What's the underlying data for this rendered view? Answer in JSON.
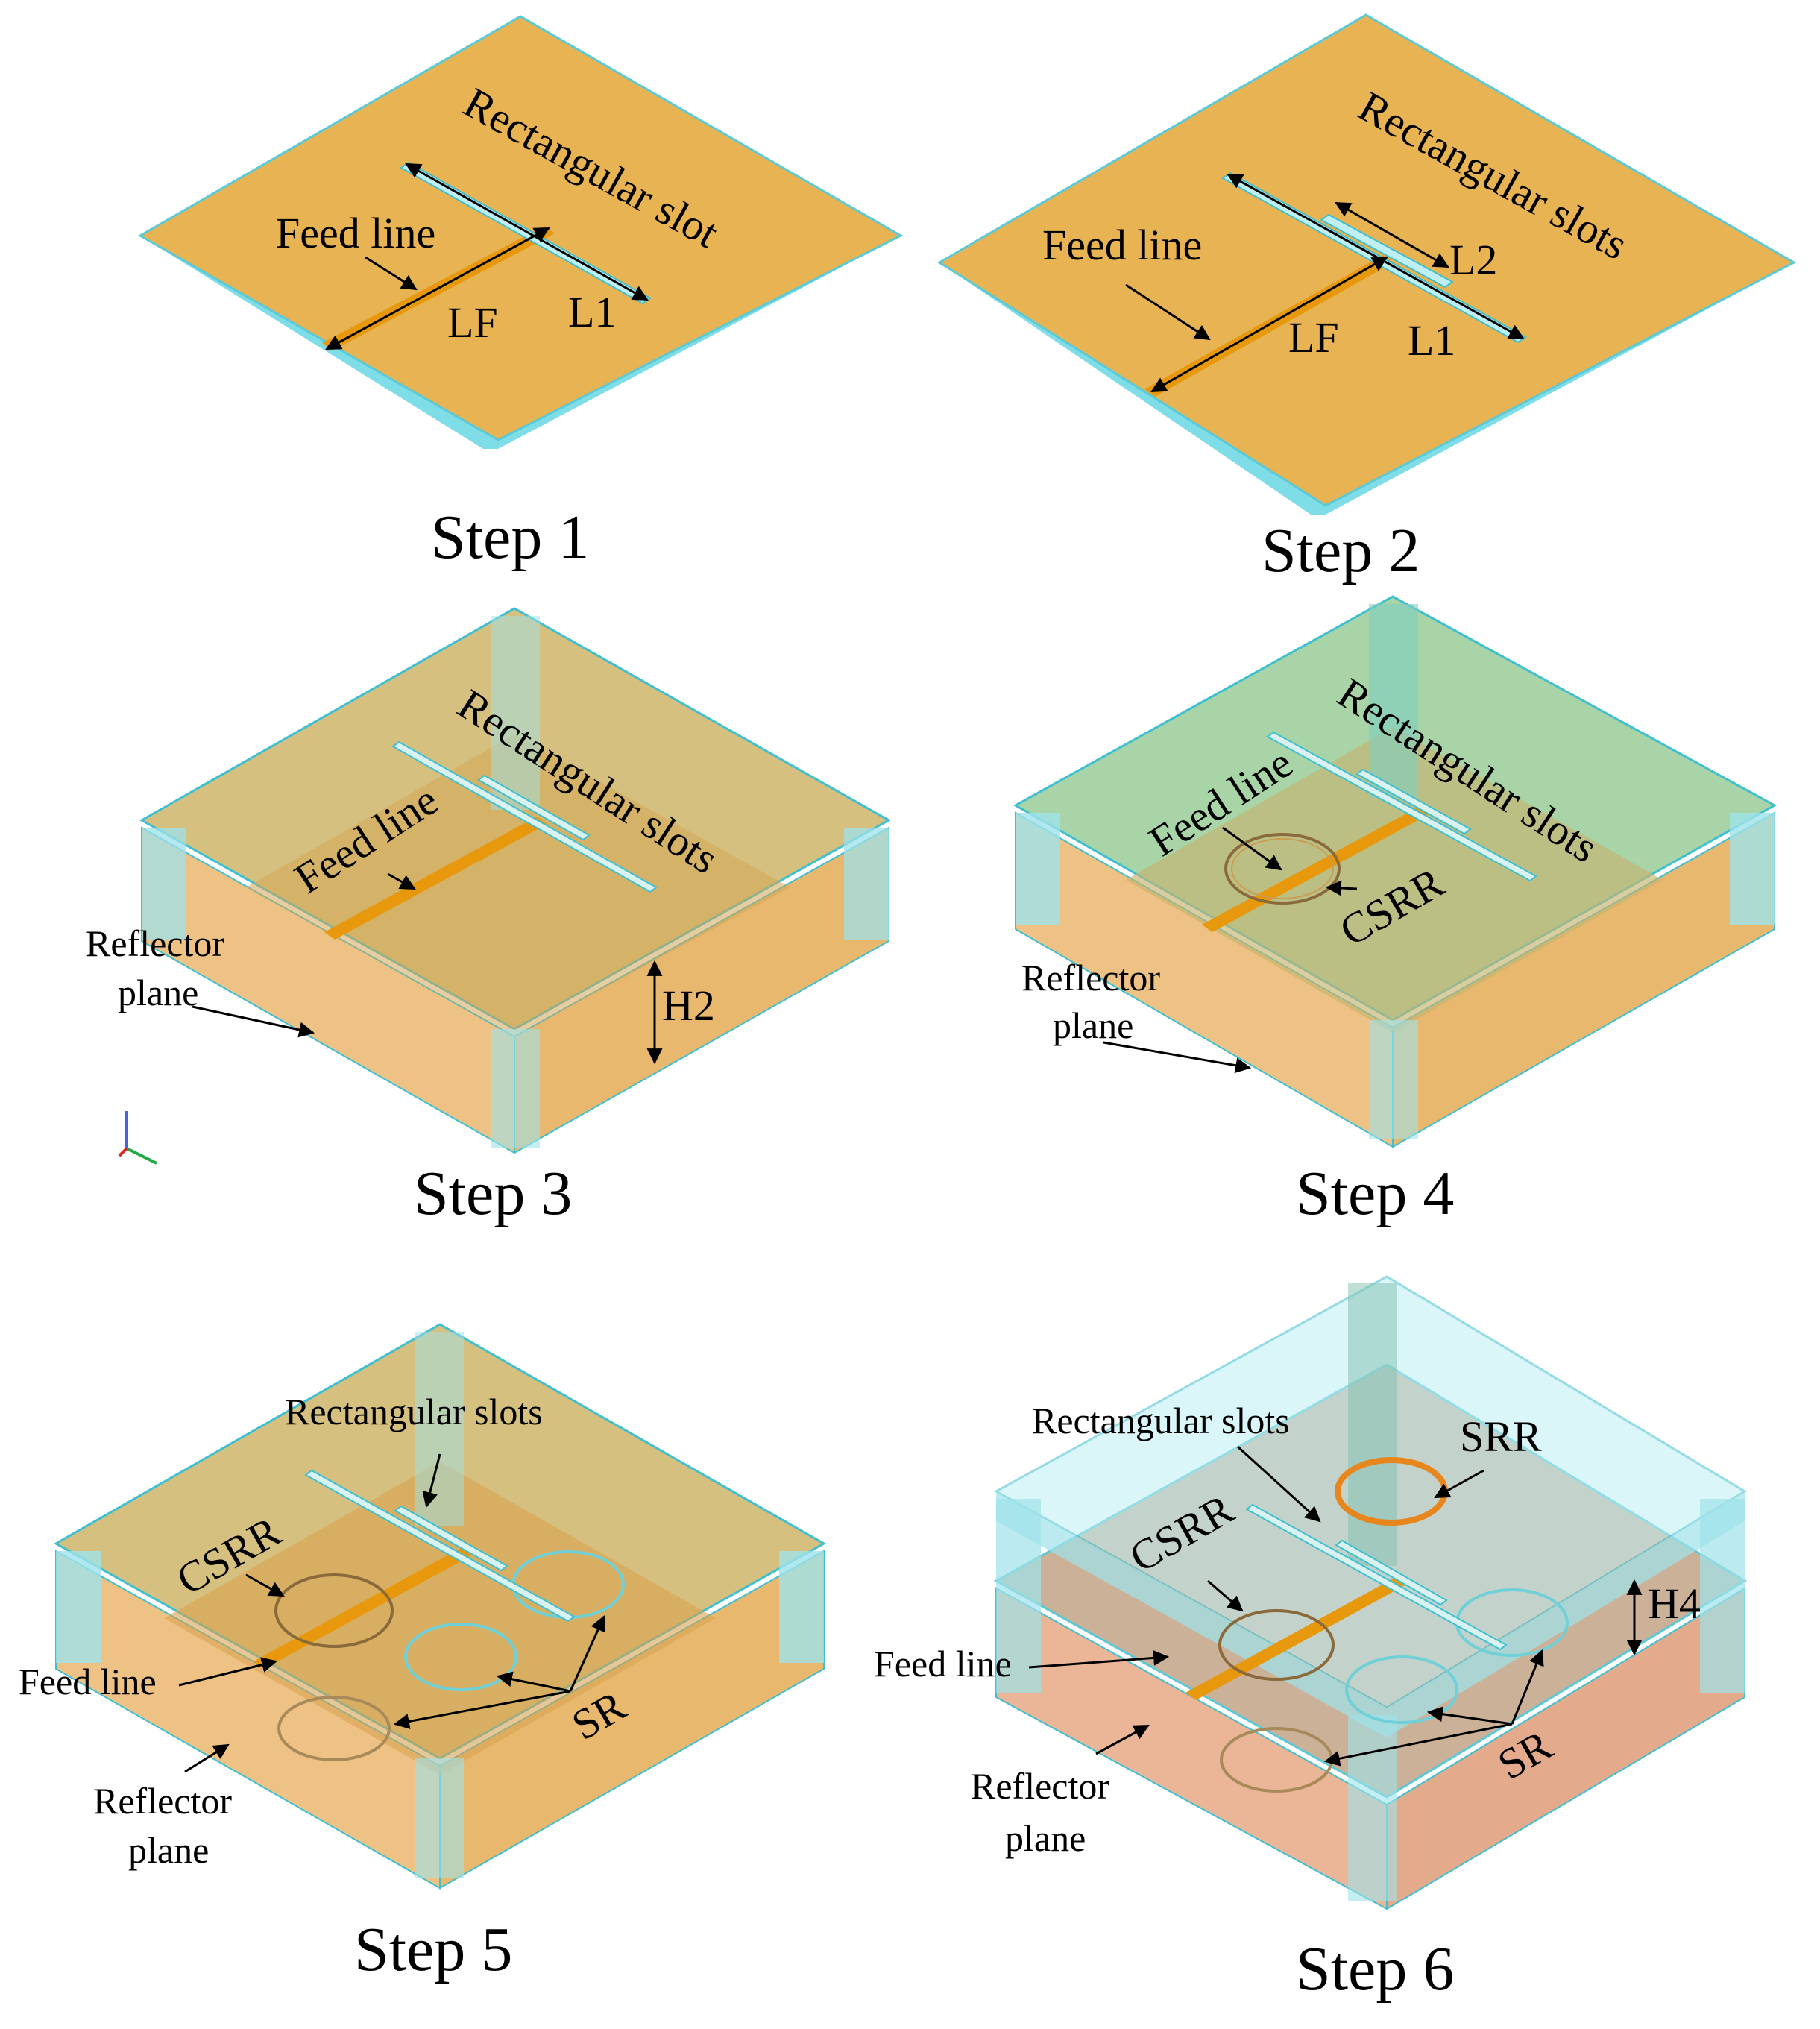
{
  "panels": {
    "step1": {
      "caption": "Step 1",
      "rect_slot": "Rectangular slot",
      "feed_line": "Feed line",
      "lf": "LF",
      "l1": "L1"
    },
    "step2": {
      "caption": "Step 2",
      "rect_slots": "Rectangular slots",
      "feed_line": "Feed line",
      "lf": "LF",
      "l1": "L1",
      "l2": "L2"
    },
    "step3": {
      "caption": "Step 3",
      "rect_slots": "Rectangular slots",
      "feed_line": "Feed line",
      "reflector_line1": "Reflector",
      "reflector_line2": "plane",
      "h2": "H2"
    },
    "step4": {
      "caption": "Step 4",
      "rect_slots": "Rectangular slots",
      "feed_line": "Feed line",
      "csrr": "CSRR",
      "reflector_line1": "Reflector",
      "reflector_line2": "plane"
    },
    "step5": {
      "caption": "Step 5",
      "rect_slots": "Rectangular slots",
      "csrr": "CSRR",
      "feed_line": "Feed line",
      "sr": "SR",
      "reflector_line1": "Reflector",
      "reflector_line2": "plane"
    },
    "step6": {
      "caption": "Step 6",
      "rect_slots": "Rectangular slots",
      "srr": "SRR",
      "csrr": "CSRR",
      "h4": "H4",
      "feed_line": "Feed line",
      "sr": "SR",
      "reflector_line1": "Reflector",
      "reflector_line2": "plane"
    }
  },
  "colors": {
    "substrate_top": "#E8B352",
    "substrate_edge": "#7FDDE8",
    "feed_strip": "#E8980C",
    "box_top": "#D6C07F",
    "box_top_green": "#A9D4A8",
    "box_side": "#EEC285",
    "box_side_pink": "#EBB598",
    "pillar": "#9EE2EA",
    "outline": "#3FBFCF"
  }
}
